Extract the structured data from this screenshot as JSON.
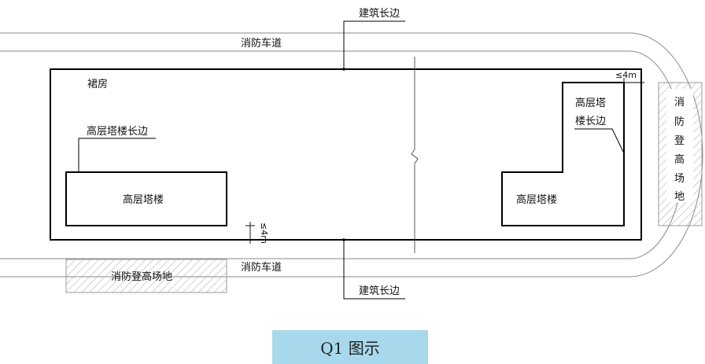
{
  "labels": {
    "building_long_side_top": "建筑长边",
    "building_long_side_bottom": "建筑长边",
    "fire_lane_top": "消防车道",
    "fire_lane_bottom": "消防车道",
    "podium": "裙房",
    "tower_long_side_left": "高层塔楼长边",
    "tower_left": "高层塔楼",
    "tower_right": "高层塔楼",
    "tower_long_side_right_line1": "高层塔",
    "tower_long_side_right_line2": "楼长边",
    "dim_top_right": "≤4m",
    "dim_bottom_left": "≤4m",
    "platform_bottom": "消防登高场地",
    "platform_right_chars": [
      "消",
      "防",
      "登",
      "高",
      "场",
      "地"
    ]
  },
  "caption": "Q1 图示",
  "colors": {
    "line": "#000000",
    "road": "#888888",
    "hatch": "#b5b5b5",
    "caption_bg": "#a8d8ec"
  }
}
